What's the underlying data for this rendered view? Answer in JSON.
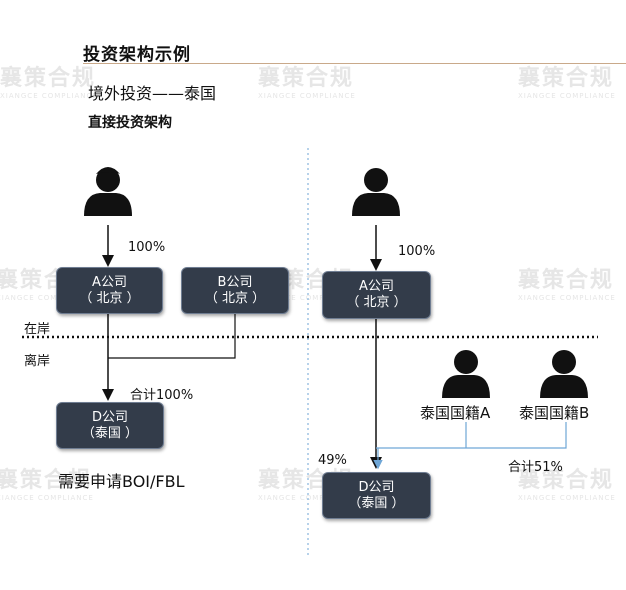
{
  "header": {
    "title": "投资架构示例",
    "subtitle": "境外投资——泰国",
    "subheading": "直接投资架构"
  },
  "watermark": {
    "brand": "襄策合规",
    "brand_en": "XIANGCE COMPLIANCE"
  },
  "left_diagram": {
    "a_company": {
      "name": "A公司",
      "location": "（ 北京 ）"
    },
    "b_company": {
      "name": "B公司",
      "location": "（ 北京 ）"
    },
    "d_company": {
      "name": "D公司",
      "location": "（泰国 ）"
    },
    "pct_owner_to_a": "100%",
    "combined_pct": "合计100%",
    "onshore_label": "在岸",
    "offshore_label": "离岸",
    "note": "需要申请BOI/FBL"
  },
  "right_diagram": {
    "a_company": {
      "name": "A公司",
      "location": "（ 北京 ）"
    },
    "d_company": {
      "name": "D公司",
      "location": "（泰国 ）"
    },
    "pct_owner_to_a": "100%",
    "pct_a_to_d": "49%",
    "thai_a": "泰国国籍A",
    "thai_b": "泰国国籍B",
    "combined_pct": "合计51%"
  },
  "colors": {
    "box_fill": "#333c4a",
    "connector": "#111111",
    "thai_connector": "#6fa6d6",
    "divider": "#6fa6d6"
  }
}
